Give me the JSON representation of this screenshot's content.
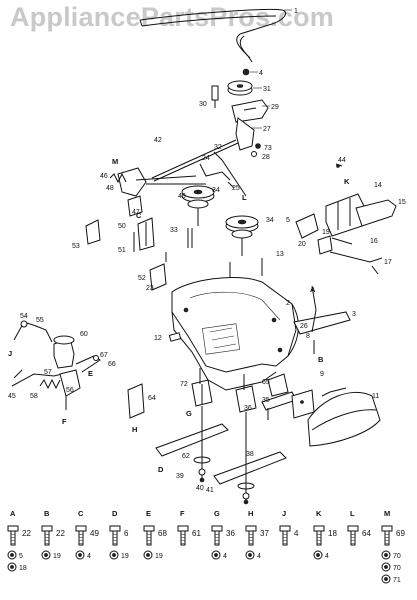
{
  "watermark": "AppliancePartsPros.com",
  "callouts": {
    "c1": "1",
    "c4": "4",
    "c31": "31",
    "c30": "30",
    "c29": "29",
    "c27": "27",
    "c73": "73",
    "c28": "28",
    "c42": "42",
    "c32": "32",
    "c24": "24",
    "c25": "25",
    "c44": "44",
    "c14": "14",
    "c15": "15",
    "c16": "16",
    "c17": "17",
    "c46": "46",
    "c48": "48",
    "c43": "43",
    "c34a": "34",
    "c34b": "34",
    "c33": "33",
    "c47": "47",
    "c50": "50",
    "c51": "51",
    "c53": "53",
    "c19": "19",
    "c20": "20",
    "c13": "13",
    "c52": "52",
    "c23": "23",
    "c2": "2",
    "c3": "3",
    "c12": "12",
    "c26": "26",
    "c54": "54",
    "c55": "55",
    "c60": "60",
    "c67": "67",
    "c66": "66",
    "c45": "45",
    "c58": "58",
    "c57": "57",
    "c56": "56",
    "c72": "72",
    "c64": "64",
    "c65": "65",
    "c35": "35",
    "c36": "36",
    "c9": "9",
    "c11": "11",
    "c62": "62",
    "c38": "38",
    "c39": "39",
    "c40": "40",
    "c41": "41",
    "c8": "8",
    "c5": "5"
  },
  "letters": {
    "M": "M",
    "L": "L",
    "K": "K",
    "C": "C",
    "D": "D",
    "A": "A",
    "B": "B",
    "E": "E",
    "F": "F",
    "G": "G",
    "H": "H",
    "J": "J"
  },
  "hardware": [
    {
      "letter": "A",
      "num": "22",
      "sub": [
        {
          "n": "5"
        },
        {
          "n": "18"
        }
      ]
    },
    {
      "letter": "B",
      "num": "22",
      "sub": [
        {
          "n": "19"
        }
      ]
    },
    {
      "letter": "C",
      "num": "49",
      "sub": [
        {
          "n": "4"
        }
      ]
    },
    {
      "letter": "D",
      "num": "6",
      "sub": [
        {
          "n": "19"
        }
      ]
    },
    {
      "letter": "E",
      "num": "68",
      "sub": [
        {
          "n": "19"
        }
      ]
    },
    {
      "letter": "F",
      "num": "61",
      "sub": []
    },
    {
      "letter": "G",
      "num": "36",
      "sub": [
        {
          "n": "4"
        }
      ]
    },
    {
      "letter": "H",
      "num": "37",
      "sub": [
        {
          "n": "4"
        }
      ]
    },
    {
      "letter": "J",
      "num": "4",
      "sub": []
    },
    {
      "letter": "K",
      "num": "18",
      "sub": [
        {
          "n": "4"
        }
      ]
    },
    {
      "letter": "L",
      "num": "64",
      "sub": []
    },
    {
      "letter": "M",
      "num": "69",
      "sub": [
        {
          "n": "70"
        },
        {
          "n": "70"
        },
        {
          "n": "71"
        }
      ]
    }
  ]
}
